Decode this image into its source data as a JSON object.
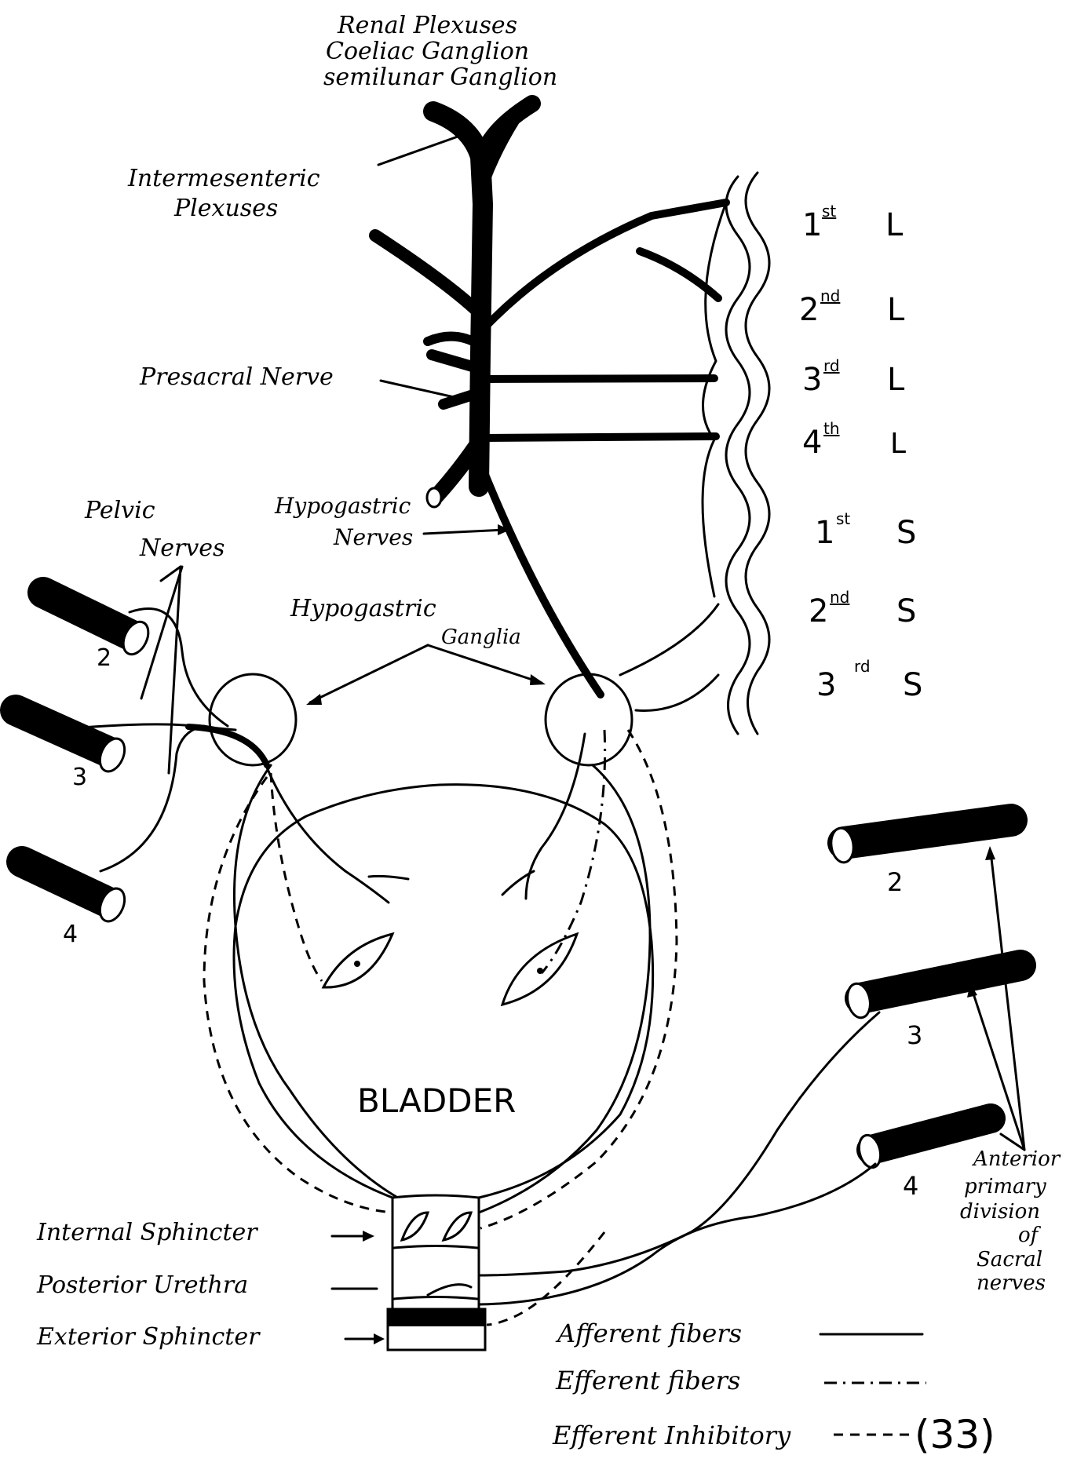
{
  "top_labels": {
    "line1": "Renal Plexuses",
    "line2": "Coeliac Ganglion",
    "line3": "semilunar Ganglion"
  },
  "intermesenteric": {
    "line1": "Intermesenteric",
    "line2": "Plexuses"
  },
  "presacral": "Presacral Nerve",
  "hypogastric_nerves": {
    "line1": "Hypogastric",
    "line2": "Nerves"
  },
  "pelvic_nerves": {
    "line1": "Pelvic",
    "line2": "Nerves"
  },
  "hypogastric_ganglia": {
    "line1": "Hypogastric",
    "line2": "Ganglia"
  },
  "segments": [
    {
      "num": "1",
      "sup": "st",
      "region": "L"
    },
    {
      "num": "2",
      "sup": "nd",
      "region": "L"
    },
    {
      "num": "3",
      "sup": "rd",
      "region": "L"
    },
    {
      "num": "4",
      "sup": "th",
      "region": "L"
    },
    {
      "num": "1",
      "sup": "st",
      "region": "S"
    },
    {
      "num": "2",
      "sup": "nd",
      "region": "S"
    },
    {
      "num": "3",
      "sup": "rd",
      "region": "S"
    }
  ],
  "left_roots": [
    "2",
    "3",
    "4"
  ],
  "right_roots": [
    "2",
    "3",
    "4"
  ],
  "bladder": "BLADDER",
  "structures": {
    "internal_sphincter": "Internal Sphincter",
    "posterior_urethra": "Posterior Urethra",
    "exterior_sphincter": "Exterior Sphincter"
  },
  "anterior_label": [
    "Anterior",
    "primary",
    "division",
    "of",
    "Sacral",
    "nerves"
  ],
  "legend": {
    "afferent": "Afferent fibers",
    "efferent": "Efferent fibers",
    "inhibitory": "Efferent Inhibitory"
  },
  "figure_number": "(33)"
}
